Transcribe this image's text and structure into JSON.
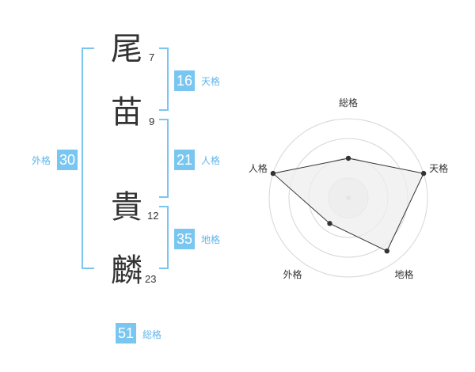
{
  "name": {
    "chars": [
      {
        "char": "尾",
        "strokes": "7"
      },
      {
        "char": "苗",
        "strokes": "9"
      },
      {
        "char": "貴",
        "strokes": "12"
      },
      {
        "char": "麟",
        "strokes": "23"
      }
    ]
  },
  "fortunes": {
    "tenkaku": {
      "value": "16",
      "label": "天格"
    },
    "jinkaku": {
      "value": "21",
      "label": "人格"
    },
    "chikaku": {
      "value": "35",
      "label": "地格"
    },
    "gaikaku": {
      "value": "30",
      "label": "外格"
    },
    "soukaku": {
      "value": "51",
      "label": "総格"
    }
  },
  "colors": {
    "accent": "#79c6f1",
    "label_text": "#5fb6ea",
    "radar_fill": "#eeeeee",
    "radar_stroke": "#333333",
    "ring": "#d6d6d6"
  },
  "chart_data": {
    "type": "radar",
    "axes": [
      "総格",
      "天格",
      "地格",
      "外格",
      "人格"
    ],
    "values": [
      0.5,
      1.0,
      0.83,
      0.4,
      1.0
    ],
    "max": 1.0,
    "rings": 4
  }
}
